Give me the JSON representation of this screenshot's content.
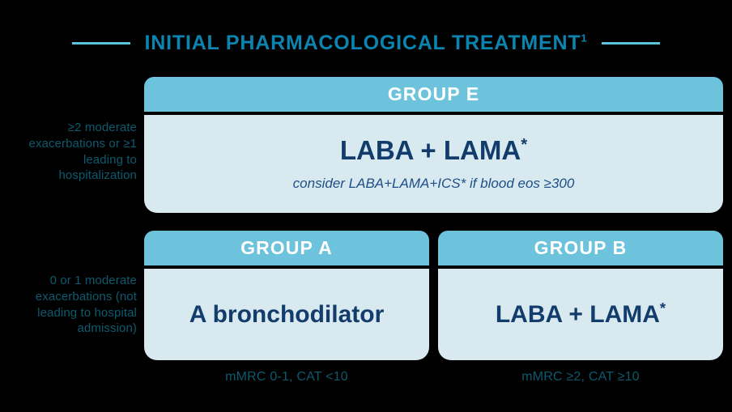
{
  "title": {
    "text": "INITIAL PHARMACOLOGICAL TREATMENT",
    "superscript": "1"
  },
  "side_labels": {
    "group_e": "≥2 moderate exacerbations or ≥1 leading to hospitalization",
    "groups_ab": "0 or 1 moderate exacerbations (not leading to hospital admission)"
  },
  "groups": {
    "e": {
      "header": "GROUP E",
      "treatment": "LABA + LAMA",
      "treatment_marker": "*",
      "note": "consider LABA+LAMA+ICS* if blood eos ≥300"
    },
    "a": {
      "header": "GROUP A",
      "treatment": "A bronchodilator",
      "treatment_marker": "",
      "footnote": "mMRC 0-1, CAT <10"
    },
    "b": {
      "header": "GROUP B",
      "treatment": "LABA + LAMA",
      "treatment_marker": "*",
      "footnote": "mMRC ≥2, CAT ≥10"
    }
  },
  "colors": {
    "background": "#000000",
    "title_text": "#0b85b0",
    "title_rule": "#5cc3dd",
    "header_bar": "#6cc3db",
    "panel_body": "#d9e9f0",
    "treatment_text": "#123c6b",
    "note_text": "#1d4f86",
    "side_label_text": "#0d5a6e"
  }
}
